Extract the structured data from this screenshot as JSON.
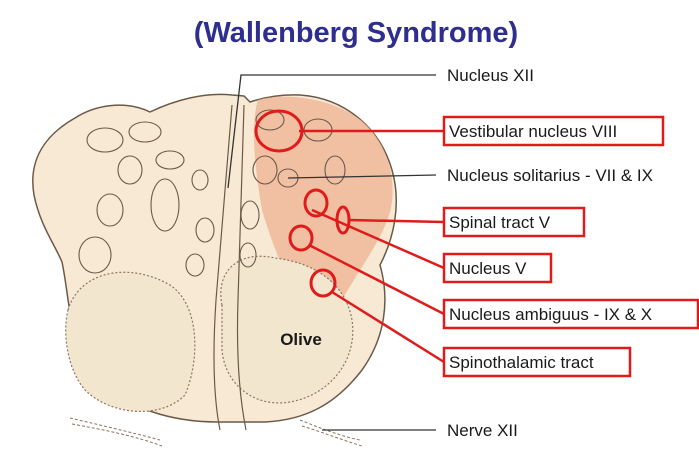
{
  "title": "(Wallenberg Syndrome)",
  "colors": {
    "title": "#2e2e8f",
    "tissue": "#f7e9d4",
    "outline": "#6b5a48",
    "lesion": "#f0b899",
    "highlight": "#e01b1b",
    "leader": "#333333"
  },
  "structure_label": "Olive",
  "labels": [
    {
      "text": "Nucleus XII",
      "highlighted": false
    },
    {
      "text": "Vestibular nucleus VIII",
      "highlighted": true
    },
    {
      "text": "Nucleus solitarius - VII & IX",
      "highlighted": false
    },
    {
      "text": "Spinal tract V",
      "highlighted": true
    },
    {
      "text": "Nucleus V",
      "highlighted": true
    },
    {
      "text": "Nucleus ambiguus - IX & X",
      "highlighted": true
    },
    {
      "text": "Spinothalamic tract",
      "highlighted": true
    },
    {
      "text": "Nerve XII",
      "highlighted": false
    }
  ]
}
